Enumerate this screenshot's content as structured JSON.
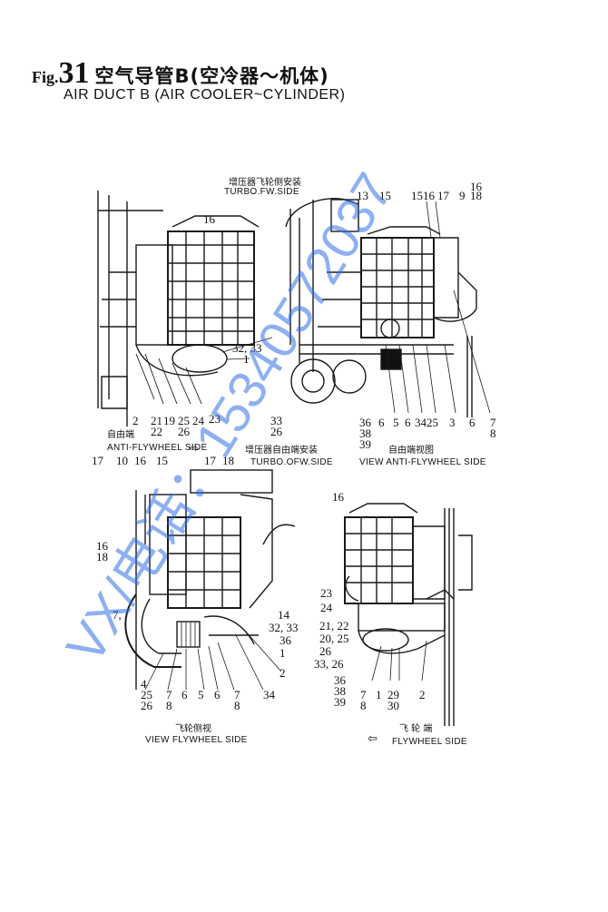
{
  "header": {
    "fig_prefix": "Fig.",
    "fig_number": "31",
    "title_cn": "空气导管B(空冷器～机体)",
    "title_en": "AIR DUCT B (AIR COOLER~CYLINDER)"
  },
  "views": {
    "top_left": {
      "caption_cn": "自由端",
      "caption_en": "ANTI-FLYWHEEL SIDE",
      "labels": [
        "16",
        "32, 33",
        "1",
        "2",
        "21",
        "19",
        "25",
        "24",
        "23",
        "22",
        "26"
      ]
    },
    "top_right": {
      "header_cn": "增压器飞轮侧安装",
      "header_en": "TURBO.FW.SIDE",
      "caption_cn": "自由端视图",
      "caption_en": "VIEW ANTI-FLYWHEEL SIDE",
      "labels": [
        "13",
        "15",
        "15",
        "16",
        "17",
        "9",
        "16",
        "18",
        "33",
        "26",
        "36",
        "38",
        "39",
        "6",
        "5",
        "6",
        "34",
        "25",
        "3",
        "6",
        "7",
        "8"
      ]
    },
    "bottom_left": {
      "header_cn": "增压器自由端安装",
      "header_en": "TURBO.OFW.SIDE",
      "caption_cn": "飞轮侧视",
      "caption_en": "VIEW FLYWHEEL SIDE",
      "labels": [
        "17",
        "10",
        "16",
        "15",
        "17",
        "18",
        "16",
        "18",
        "7,",
        "14",
        "32, 33",
        "36",
        "1",
        "2",
        "34",
        "4",
        "25",
        "26",
        "7",
        "8",
        "6",
        "5",
        "6",
        "7",
        "8"
      ]
    },
    "bottom_right": {
      "caption_cn": "飞 轮 端",
      "caption_en": "FLYWHEEL SIDE",
      "labels": [
        "16",
        "23",
        "24",
        "21, 22",
        "20, 25",
        "26",
        "33, 26",
        "36",
        "38",
        "39",
        "7",
        "8",
        "1",
        "29",
        "30",
        "2"
      ]
    }
  },
  "watermark": "VX/电话：15340572037",
  "colors": {
    "ink": "#111111",
    "watermark": "#2f6fe6",
    "paper": "#ffffff"
  }
}
